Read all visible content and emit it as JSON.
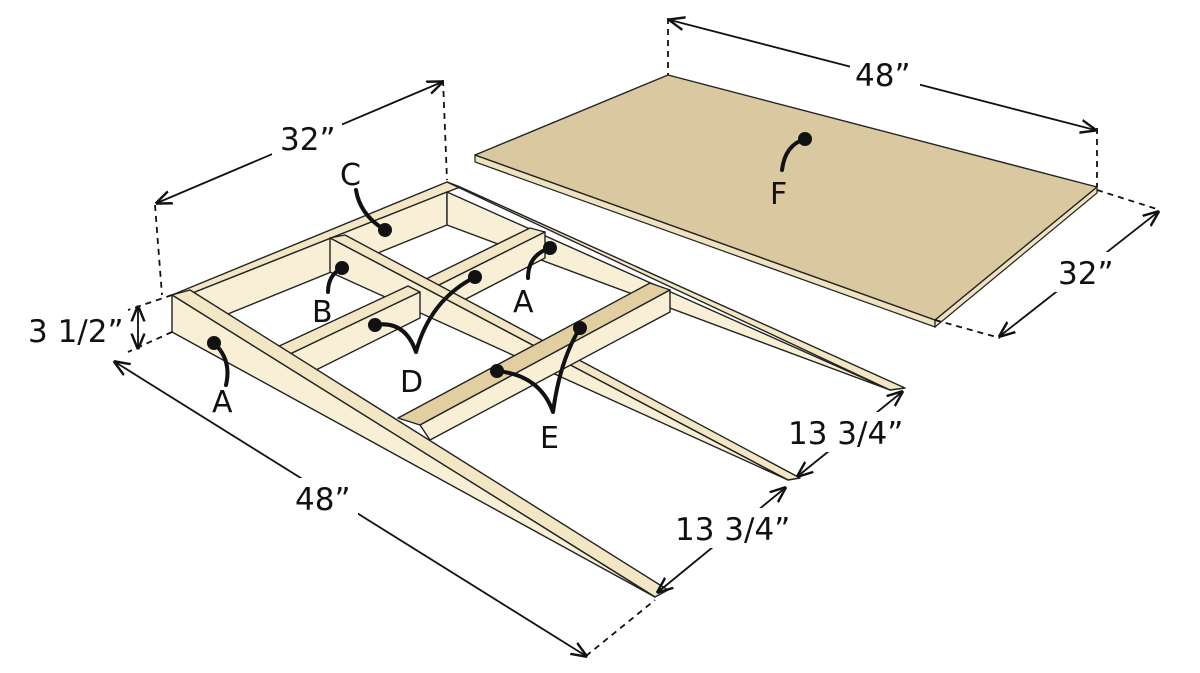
{
  "dimensions": {
    "frame_width": "32”",
    "frame_length": "48”",
    "frame_height": "3 1/2”",
    "ramp_spacing_1": "13 3/4”",
    "ramp_spacing_2": "13 3/4”",
    "panel_length": "48”",
    "panel_width": "32”"
  },
  "part_labels": {
    "a_front": "A",
    "a_middle": "A",
    "b": "B",
    "c": "C",
    "d": "D",
    "e": "E",
    "f": "F"
  },
  "colors": {
    "wood": "#f3e6c4",
    "plywood": "#d9c8a0",
    "ink": "#111111"
  }
}
